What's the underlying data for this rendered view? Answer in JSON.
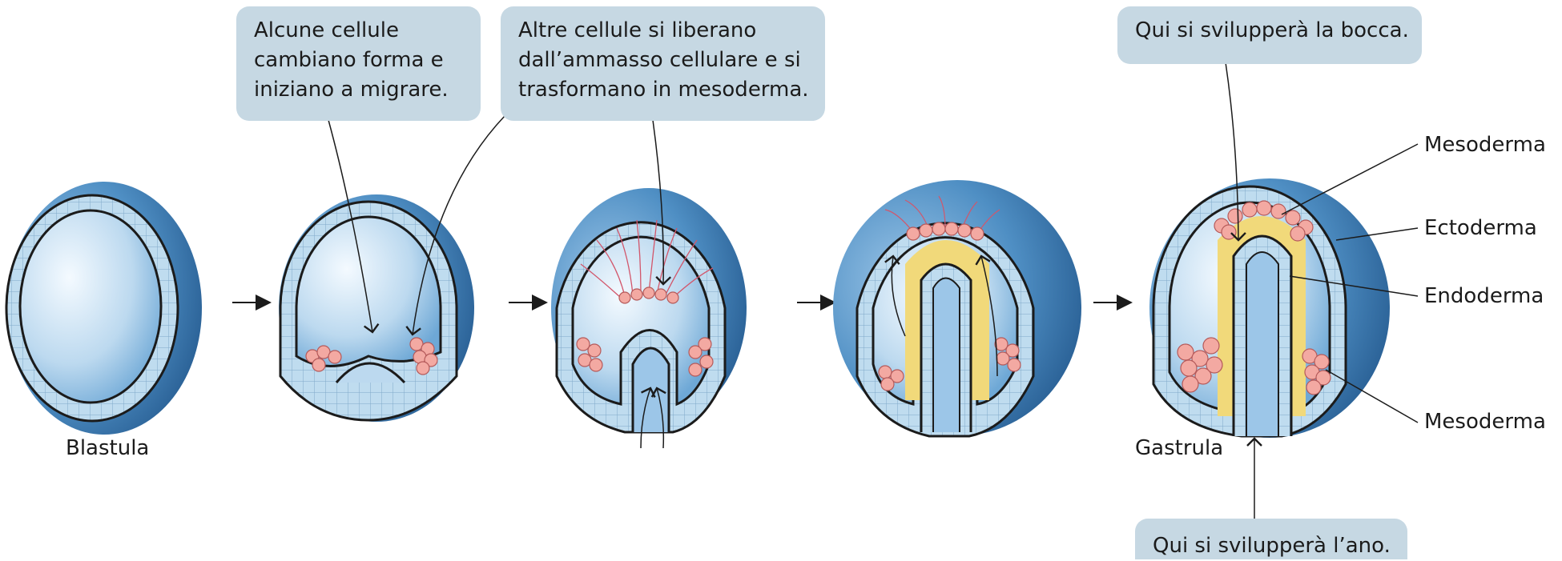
{
  "diagram": {
    "callouts": {
      "migrate": [
        "Alcune cellule",
        "cambiano forma e",
        "iniziano a migrare."
      ],
      "mesoderm": [
        "Altre cellule si liberano",
        "dall’ammasso cellulare e si",
        "trasformano in mesoderma."
      ],
      "mouth": [
        "Qui si svilupperà la bocca."
      ],
      "anus": [
        "Qui si svilupperà l’ano."
      ]
    },
    "stage_labels": {
      "blastula": "Blastula",
      "gastrula": "Gastrula"
    },
    "layer_labels": {
      "mesoderm_top": "Mesoderma",
      "ectoderm": "Ectoderma",
      "endoderm": "Endoderma",
      "mesoderm_bottom": "Mesoderma"
    },
    "colors": {
      "callout_bg": "#c6d8e3",
      "embryo_blue": "#4f8fc4",
      "cell_layer": "#bfdcef",
      "endoderm": "#f1d97a",
      "mesoderm_cells": "#f3a9a2",
      "migrating_fibers": "#d2566b"
    }
  }
}
